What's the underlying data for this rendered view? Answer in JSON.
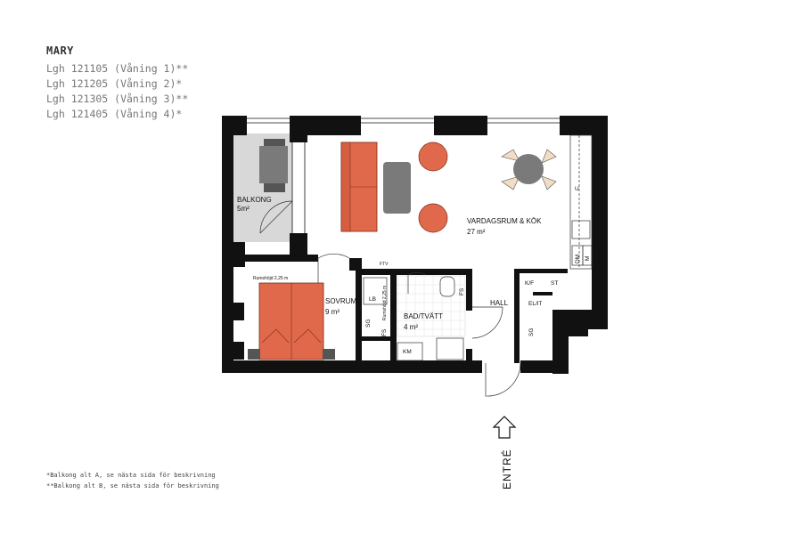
{
  "header": {
    "title": "MARY",
    "units": [
      "Lgh 121105 (Våning 1)**",
      "Lgh 121205 (Våning 2)*",
      "Lgh 121305 (Våning 3)**",
      "Lgh 121405 (Våning 4)*"
    ]
  },
  "notes": [
    "*Balkong alt A, se nästa sida för beskrivning",
    "**Balkong alt B, se nästa sida för beskrivning"
  ],
  "rooms": {
    "balkong": {
      "name": "BALKONG",
      "area": "5m²"
    },
    "vardagsrum": {
      "name": "VARDAGSRUM & KÖK",
      "area": "27 m²"
    },
    "sovrum": {
      "name": "SOVRUM",
      "area": "9 m²"
    },
    "bad": {
      "name": "BAD/TVÄTT",
      "area": "4 m²"
    },
    "hall": {
      "name": "HALL"
    }
  },
  "fixtures": {
    "u": "U",
    "dm": "DM",
    "m": "M",
    "kf": "K/F",
    "st": "ST",
    "elit": "EL/IT",
    "sg_hall": "SG",
    "lb": "LB",
    "sg_bed": "SG",
    "fs_bed": "FS",
    "fs_bath": "FS",
    "km": "KM",
    "ftv": "FTV",
    "rumshojd": "Rumshöjd 2,25 m",
    "rumshojd2": "Rumshöjd 2,25 m"
  },
  "entrance": "ENTRÉ",
  "colors": {
    "wall": "#111111",
    "sofa": "#e0694b",
    "balcony": "#d8d8d8",
    "table": "#7a7a7a",
    "chair": "#f2dcc4"
  }
}
